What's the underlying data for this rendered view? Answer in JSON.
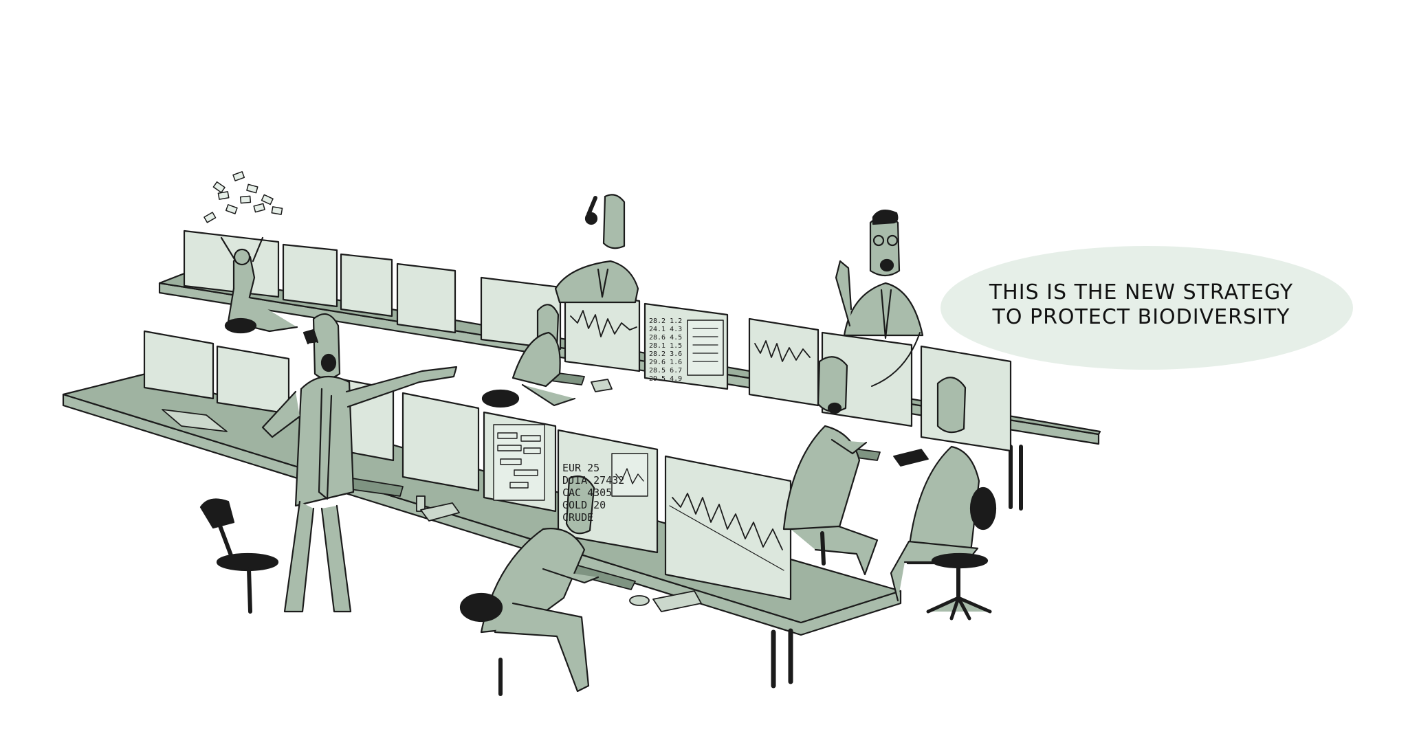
{
  "speech_bubble": {
    "line1": "THIS IS THE NEW STRATEGY",
    "line2": "TO PROTECT BIODIVERSITY"
  },
  "ticker_board": [
    {
      "label": "EUR",
      "value": "25"
    },
    {
      "label": "DJIA",
      "value": "27432"
    },
    {
      "label": "CAC",
      "value": "4305"
    },
    {
      "label": "GOLD",
      "value": "20"
    },
    {
      "label": "CRUDE",
      "value": ""
    }
  ],
  "number_column": [
    {
      "a": "28.2",
      "b": "1.2"
    },
    {
      "a": "24.1",
      "b": "4.3"
    },
    {
      "a": "28.6",
      "b": "4.5"
    },
    {
      "a": "28.1",
      "b": "1.5"
    },
    {
      "a": "28.2",
      "b": "3.6"
    },
    {
      "a": "29.6",
      "b": "1.6"
    },
    {
      "a": "28.5",
      "b": "6.7"
    },
    {
      "a": "29.5",
      "b": "4.9"
    }
  ],
  "colors": {
    "fill": "#a9bcab",
    "fill_light": "#dce7dd",
    "bubble": "#e6efe8",
    "ink": "#1b1b1b"
  }
}
